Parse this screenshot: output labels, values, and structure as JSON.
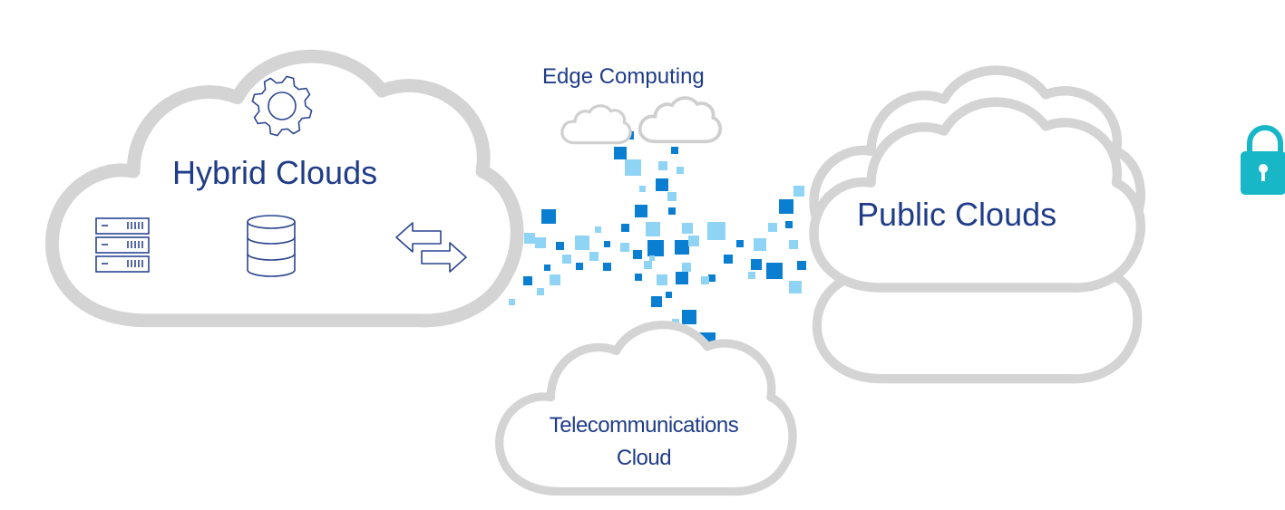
{
  "hybrid_cloud": {
    "title": "Hybrid Clouds"
  },
  "public_cloud": {
    "title": "Public Clouds"
  },
  "edge": {
    "title": "Edge Computing"
  },
  "telecom": {
    "line1": "Telecommunications",
    "line2": "Cloud"
  },
  "icons": [
    "gear-icon",
    "server-rack-icon",
    "database-icon",
    "exchange-arrows-icon",
    "lock-icon"
  ],
  "colors": {
    "cloud_outline": "#d4d4d4",
    "text": "#1f3c88",
    "icon_stroke": "#2b4590",
    "pixel_dark": "#0a7fd1",
    "pixel_light": "#8fd3f5",
    "lock": "#17b7c8"
  }
}
